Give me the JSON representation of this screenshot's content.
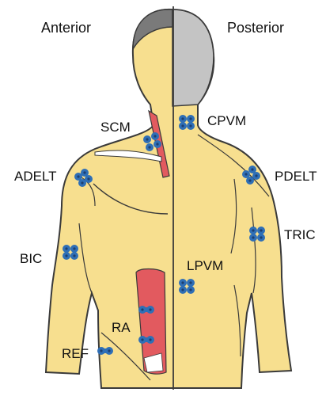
{
  "views": {
    "anterior": "Anterior",
    "posterior": "Posterior"
  },
  "muscles": [
    {
      "id": "scm",
      "label": "SCM"
    },
    {
      "id": "cpvm",
      "label": "CPVM"
    },
    {
      "id": "adelt",
      "label": "ADELT"
    },
    {
      "id": "pdelt",
      "label": "PDELT"
    },
    {
      "id": "tric",
      "label": "TRIC"
    },
    {
      "id": "bic",
      "label": "BIC"
    },
    {
      "id": "lpvm",
      "label": "LPVM"
    },
    {
      "id": "ra",
      "label": "RA"
    },
    {
      "id": "ref",
      "label": "REF"
    }
  ],
  "colors": {
    "skin": "#f7df8f",
    "outline": "#3a3a3a",
    "hair": "#c4c4c4",
    "muscle": "#e25a5f",
    "electrode": "#2f6fb6",
    "electrode_dark": "#1d3f70"
  }
}
